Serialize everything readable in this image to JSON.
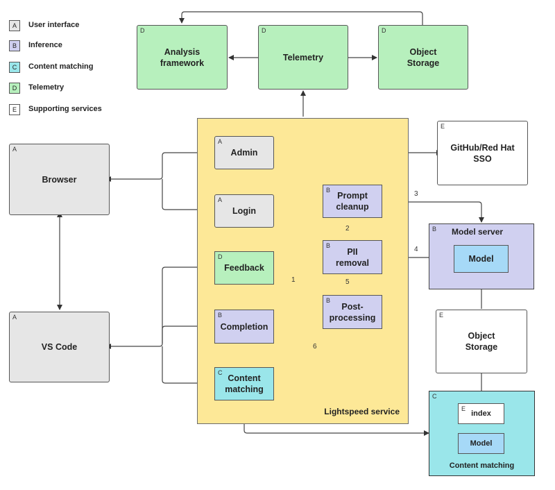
{
  "legend": [
    {
      "tag": "A",
      "label": "User interface",
      "color": "#e6e6e6"
    },
    {
      "tag": "B",
      "label": "Inference",
      "color": "#d0d0f0"
    },
    {
      "tag": "C",
      "label": "Content matching",
      "color": "#9ae6ea"
    },
    {
      "tag": "D",
      "label": "Telemetry",
      "color": "#b7f0bd"
    },
    {
      "tag": "E",
      "label": "Supporting services",
      "color": "#ffffff"
    }
  ],
  "nodes": {
    "analysis": {
      "tag": "D",
      "label": "Analysis\nframework"
    },
    "telemetry": {
      "tag": "D",
      "label": "Telemetry"
    },
    "object_storage_top": {
      "tag": "D",
      "label": "Object\nStorage"
    },
    "browser": {
      "tag": "A",
      "label": "Browser"
    },
    "vscode": {
      "tag": "A",
      "label": "VS Code"
    },
    "admin": {
      "tag": "A",
      "label": "Admin"
    },
    "login": {
      "tag": "A",
      "label": "Login"
    },
    "feedback": {
      "tag": "D",
      "label": "Feedback"
    },
    "completion": {
      "tag": "B",
      "label": "Completion"
    },
    "content_matching_inner": {
      "tag": "C",
      "label": "Content\nmatching"
    },
    "prompt_cleanup": {
      "tag": "B",
      "label": "Prompt\ncleanup"
    },
    "pii_removal": {
      "tag": "B",
      "label": "PII\nremoval"
    },
    "post_processing": {
      "tag": "B",
      "label": "Post-\nprocessing"
    },
    "sso": {
      "tag": "E",
      "label": "GitHub/Red Hat\nSSO"
    },
    "model_server": {
      "tag": "B",
      "label": "Model server"
    },
    "model": {
      "label": "Model"
    },
    "object_storage_right": {
      "tag": "E",
      "label": "Object\nStorage"
    },
    "content_matching_outer": {
      "tag": "C",
      "label": "Content matching"
    },
    "index": {
      "tag": "E",
      "label": "index"
    },
    "cm_model": {
      "label": "Model"
    },
    "lightspeed": {
      "label": "Lightspeed service"
    }
  },
  "step_labels": {
    "s1": "1",
    "s2": "2",
    "s3": "3",
    "s4": "4",
    "s5": "5",
    "s6": "6"
  }
}
